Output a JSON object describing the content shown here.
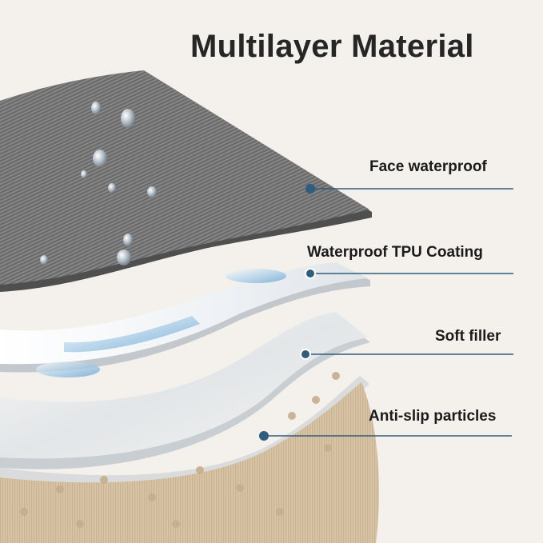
{
  "title": "Multilayer Material",
  "layers": [
    {
      "label": "Face waterproof",
      "icon": "gray-fabric-layer"
    },
    {
      "label": "Waterproof TPU Coating",
      "icon": "clear-tpu-layer"
    },
    {
      "label": "Soft filler",
      "icon": "white-filler-layer"
    },
    {
      "label": "Anti-slip particles",
      "icon": "beige-antislip-layer"
    }
  ],
  "colors": {
    "background": "#f4f1ec",
    "leader_line": "#2f5d7c",
    "fabric": "#6f6f6f",
    "filler": "#eceeef",
    "antislip": "#d8c3a5"
  }
}
